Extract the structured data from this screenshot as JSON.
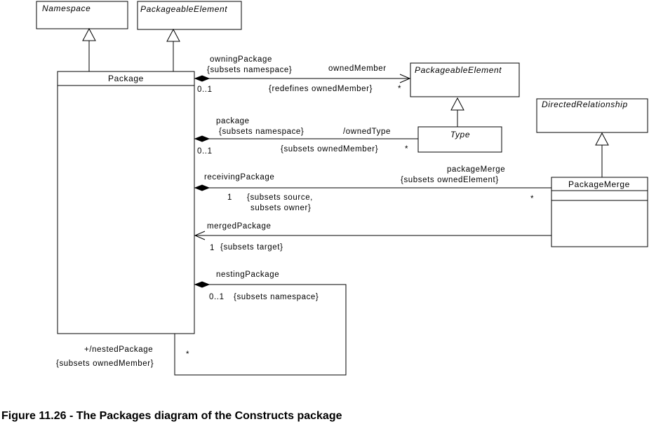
{
  "classes": {
    "namespace": "Namespace",
    "packageable_top": "PackageableElement",
    "package": "Package",
    "packageable_right": "PackageableElement",
    "type": "Type",
    "directed_relationship": "DirectedRelationship",
    "package_merge": "PackageMerge"
  },
  "associations": {
    "owning_package": {
      "role": "owningPackage",
      "constraint": "{subsets namespace}",
      "mult": "0..1"
    },
    "owned_member": {
      "role": "ownedMember",
      "constraint": "{redefines ownedMember}",
      "mult": "*"
    },
    "package_end": {
      "role": "package",
      "constraint": "{subsets namespace}",
      "mult": "0..1"
    },
    "owned_type": {
      "role": "/ownedType",
      "constraint": "{subsets ownedMember}",
      "mult": "*"
    },
    "receiving_package": {
      "role": "receivingPackage",
      "mult": "1",
      "constraint_1": "{subsets source,",
      "constraint_2": "subsets owner}"
    },
    "package_merge_end": {
      "role": "packageMerge",
      "constraint": "{subsets ownedElement}",
      "mult": "*"
    },
    "merged_package": {
      "role": "mergedPackage",
      "mult": "1",
      "constraint": "{subsets target}"
    },
    "nesting_package": {
      "role": "nestingPackage",
      "mult": "0..1",
      "constraint": "{subsets namespace}"
    },
    "nested_package": {
      "role": "+/nestedPackage",
      "constraint": "{subsets ownedMember}",
      "mult": "*"
    }
  },
  "caption": "Figure 11.26 - The Packages diagram of the Constructs package"
}
